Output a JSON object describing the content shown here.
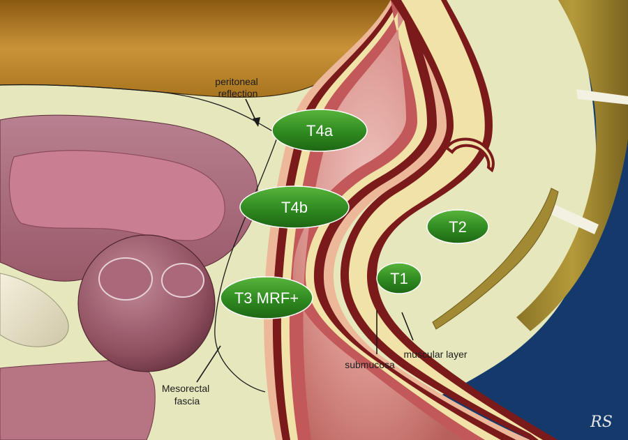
{
  "labels": {
    "peritoneal_reflection": [
      "peritoneal",
      "reflection"
    ],
    "mesorectal_fascia": [
      "Mesorectal",
      "fascia"
    ],
    "submucosa": "submucosa",
    "muscular_layer": "muscular layer"
  },
  "stages": [
    {
      "id": "t4a",
      "label": "T4a"
    },
    {
      "id": "t4b",
      "label": "T4b"
    },
    {
      "id": "t3",
      "label": "T3 MRF+"
    },
    {
      "id": "t2",
      "label": "T2"
    },
    {
      "id": "t1",
      "label": "T1"
    }
  ],
  "signature": "RS",
  "colors": {
    "background_navy": "#143a6b",
    "fat": "#e6e7bd",
    "stage_marker": "#2d8a1e",
    "bladder": "#c8923a",
    "prostate": "#9c5a6a",
    "rectal_wall_muscle": "#7a1a1a"
  }
}
